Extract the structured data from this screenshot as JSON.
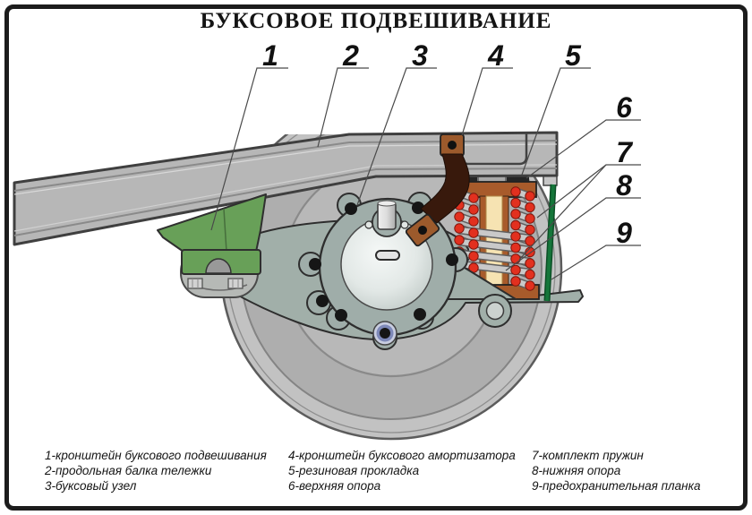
{
  "title": "БУКСОВОЕ ПОДВЕШИВАНИЕ",
  "callouts": {
    "numbers": [
      "1",
      "2",
      "3",
      "4",
      "5",
      "6",
      "7",
      "8",
      "9"
    ]
  },
  "legend": {
    "col1": [
      "1-кронштейн буксового подвешивания",
      "2-продольная балка тележки",
      "3-буксовый узел"
    ],
    "col2": [
      "4-кронштейн буксового амортизатора",
      "5-резиновая прокладка",
      "6-верхняя опора"
    ],
    "col3": [
      "7-комплект пружин",
      "8-нижняя опора",
      "9-предохранительная планка"
    ]
  },
  "colors": {
    "bracket_green": "#68a058",
    "spring_red": "#e2301f",
    "support_brown": "#a85b2b",
    "rubber_black": "#262626",
    "cream_post": "#f6e3b2",
    "strap_brown": "#38190c",
    "clamp_brown": "#9c5a2c",
    "safety_green": "#15763a",
    "beam_gray": "#b7b7b7",
    "arm_gray": "#a1afa9",
    "wheel_gray": "#b3b3b3",
    "hub_gray": "#9fada9"
  }
}
